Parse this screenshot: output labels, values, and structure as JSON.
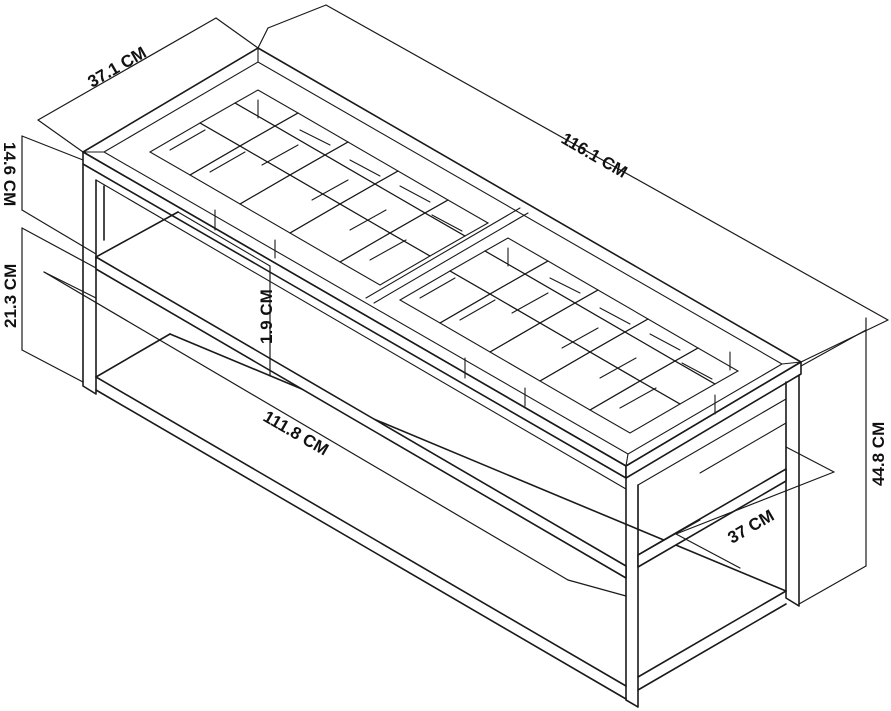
{
  "drawing": {
    "subject": "coffee table with parquet top and metal frame",
    "labels": {
      "top_depth": "37.1 CM",
      "top_length": "116.1 CM",
      "top_thickness": "14.6 CM",
      "shelf_clearance": "21.3 CM",
      "top_slab": "1.9 CM",
      "inner_length": "111.8 CM",
      "total_height": "44.8 CM",
      "inner_depth": "37 CM"
    }
  }
}
